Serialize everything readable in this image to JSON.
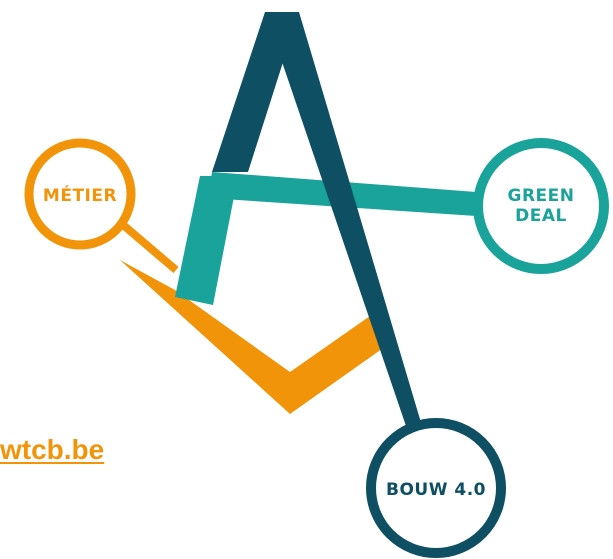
{
  "logo": {
    "nodes": {
      "metier": {
        "label": "MÉTIER"
      },
      "green_deal": {
        "label_line1": "GREEN",
        "label_line2": "DEAL"
      },
      "bouw": {
        "label": "BOUW 4.0"
      }
    },
    "colors": {
      "orange": "#F2940A",
      "teal": "#1AA39B",
      "dark_teal": "#0E4F63"
    }
  },
  "link": {
    "text": "wtcb.be",
    "color": "#F2940A"
  }
}
